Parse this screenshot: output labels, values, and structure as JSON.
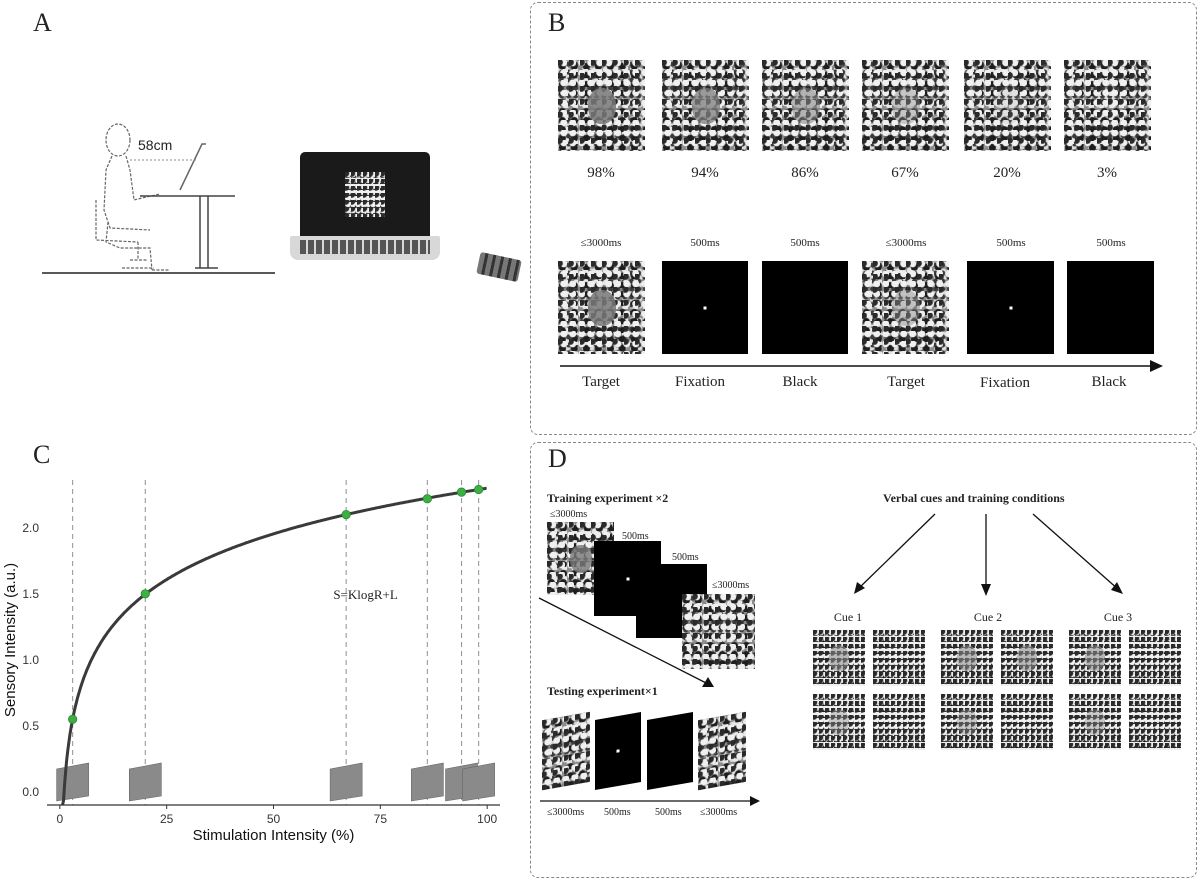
{
  "panels": {
    "a": "A",
    "b": "B",
    "c": "C",
    "d": "D"
  },
  "panel_a": {
    "distance_label": "58cm"
  },
  "panel_b": {
    "intensity_labels": [
      "98%",
      "94%",
      "86%",
      "67%",
      "20%",
      "3%"
    ],
    "timeline_durations": [
      "≤3000ms",
      "500ms",
      "500ms",
      "≤3000ms",
      "500ms",
      "500ms"
    ],
    "timeline_labels": [
      "Target",
      "Fixation",
      "Black",
      "Target",
      "Fixation",
      "Black"
    ]
  },
  "panel_c": {
    "formula": "S=KlogR+L"
  },
  "panel_d": {
    "training_title": "Training experiment ×2",
    "testing_title": "Testing experiment×1",
    "verbal_title": "Verbal cues and training conditions",
    "training_durations": [
      "≤3000ms",
      "500ms",
      "500ms",
      "≤3000ms"
    ],
    "testing_durations": [
      "≤3000ms",
      "500ms",
      "500ms",
      "≤3000ms"
    ],
    "cues": [
      "Cue 1",
      "Cue 2",
      "Cue 3"
    ]
  },
  "chart_data": {
    "type": "line",
    "title": "",
    "xlabel": "Stimulation Intensity (%)",
    "ylabel": "Sensory Intensity (a.u.)",
    "xlim": [
      -3,
      103
    ],
    "ylim": [
      -0.1,
      2.4
    ],
    "xticks": [
      0,
      25,
      50,
      75,
      100
    ],
    "yticks": [
      0.0,
      0.5,
      1.0,
      1.5,
      2.0
    ],
    "curve": "S = K·log(R) + L",
    "series": [
      {
        "values_x": [
          3,
          20,
          67,
          86,
          94,
          98
        ],
        "values_y": [
          0.55,
          1.5,
          2.1,
          2.22,
          2.27,
          2.29
        ]
      }
    ],
    "grid": false,
    "colors": {
      "curve": "#3a3a3a",
      "points": "#3cb043",
      "vlines": "#999999"
    }
  }
}
